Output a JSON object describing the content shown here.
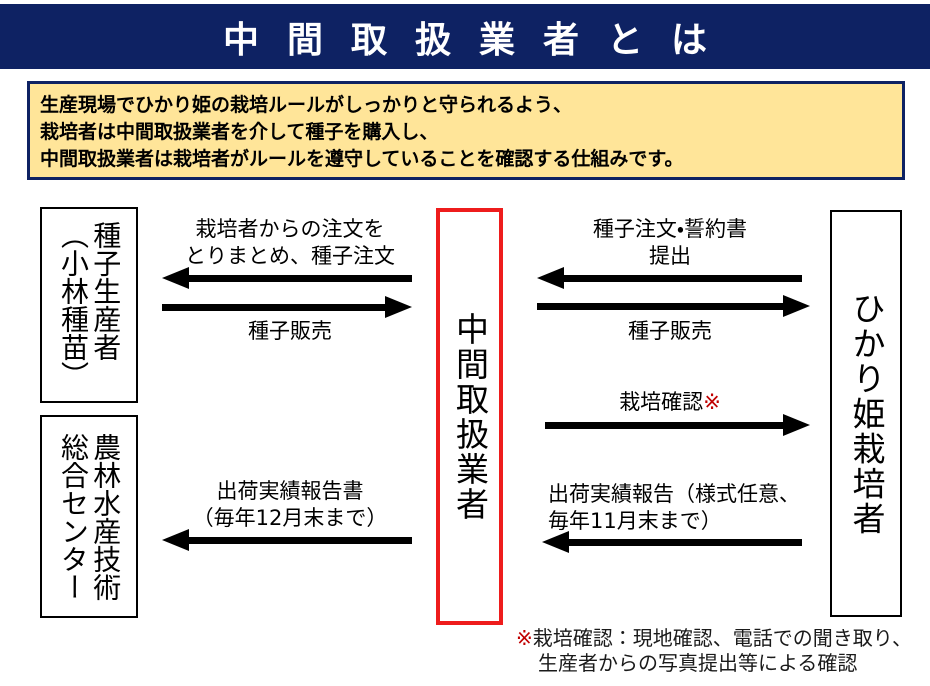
{
  "header": {
    "title": "中間取扱業者とは"
  },
  "intro": {
    "lines": [
      "生産現場でひかり姫の栽培ルールがしっかりと守られるよう、",
      "栽培者は中間取扱業者を介して種子を購入し、",
      "中間取扱業者は栽培者がルールを遵守していることを確認する仕組みです。"
    ]
  },
  "entities": {
    "seed_producer": {
      "lines": [
        "種子生産者",
        "（小林種苗）"
      ]
    },
    "tech_center": {
      "lines": [
        "農林水産技術",
        "総合センター"
      ]
    },
    "intermediate": {
      "label": "中間取扱業者"
    },
    "grower": {
      "label": "ひかり姫栽培者"
    }
  },
  "flows": {
    "order_to_producer": {
      "lines": [
        "栽培者からの注文を",
        "とりまとめ、種子注文"
      ],
      "direction": "left"
    },
    "sale_to_intermediate": {
      "label": "種子販売",
      "direction": "right"
    },
    "order_pledge": {
      "lines": [
        "種子注文・誓約書",
        "提出"
      ],
      "direction": "left"
    },
    "sale_to_grower": {
      "label": "種子販売",
      "direction": "right"
    },
    "cultivation_check": {
      "label": "栽培確認",
      "marker": "※",
      "direction": "right"
    },
    "shipment_report_to_center": {
      "lines": [
        "出荷実績報告書",
        "（毎年12月末まで）"
      ],
      "direction": "left"
    },
    "shipment_report_to_intermediate": {
      "lines": [
        "出荷実績報告（様式任意、",
        "毎年11月末まで）"
      ],
      "direction": "left"
    }
  },
  "footnote": {
    "marker": "※",
    "lines": [
      "栽培確認：現地確認、電話での聞き取り、",
      "生産者からの写真提出等による確認"
    ]
  },
  "colors": {
    "navy": "#0e2263",
    "cream": "#ffe599",
    "red_border": "#ee1c1c",
    "red_marker": "#c00000",
    "black": "#000000"
  }
}
